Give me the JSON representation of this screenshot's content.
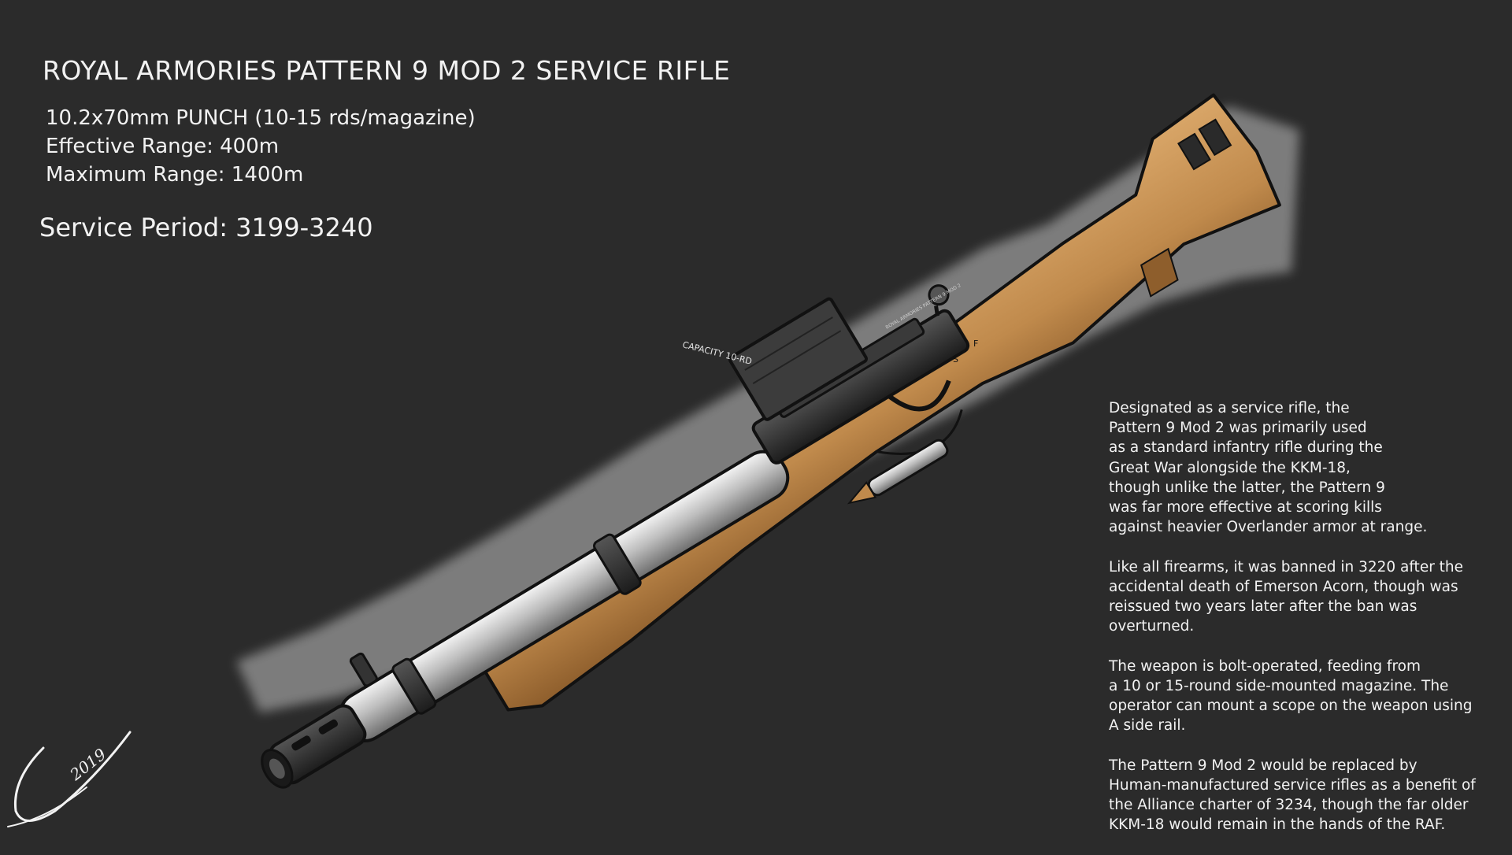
{
  "header": {
    "title": "ROYAL ARMORIES PATTERN 9 MOD 2 SERVICE RIFLE",
    "specs": [
      "10.2x70mm PUNCH (10-15 rds/magazine)",
      "Effective Range: 400m",
      "Maximum Range: 1400m"
    ],
    "service_period": "Service Period: 3199-3240"
  },
  "description": {
    "paragraphs": [
      [
        "Designated as a service rifle, the",
        "Pattern 9 Mod 2 was primarily used",
        "as a standard infantry rifle during the",
        "Great War alongside the KKM-18,",
        "though unlike the latter, the Pattern 9",
        "was far more effective at scoring kills",
        "against heavier Overlander armor at range."
      ],
      [
        "Like all firearms, it was banned in 3220 after the",
        "accidental death of Emerson Acorn, though was",
        "reissued two years later after the ban was",
        "overturned."
      ],
      [
        "The weapon is bolt-operated, feeding from",
        "a 10 or 15-round side-mounted magazine. The",
        "operator can mount a scope on the weapon using",
        "A side rail."
      ],
      [
        "The Pattern 9 Mod 2 would be replaced by",
        "Human-manufactured service rifles as a benefit of",
        "the Alliance charter of 3234, though the far older",
        "KKM-18 would remain in the hands of the RAF."
      ]
    ]
  },
  "illustration": {
    "magazine_label": "CAPACITY 10-RD",
    "receiver_engraving": "ROYAL ARMORIES PATTERN 9 MOD 2",
    "selector_marks": [
      "S",
      "F"
    ],
    "signature_year": "2019"
  },
  "colors": {
    "background": "#2b2b2b",
    "text": "#f2f2f2",
    "wood": "#c08a4c",
    "metal_light": "#d8d8d8",
    "metal_dark": "#2a2a2a"
  }
}
